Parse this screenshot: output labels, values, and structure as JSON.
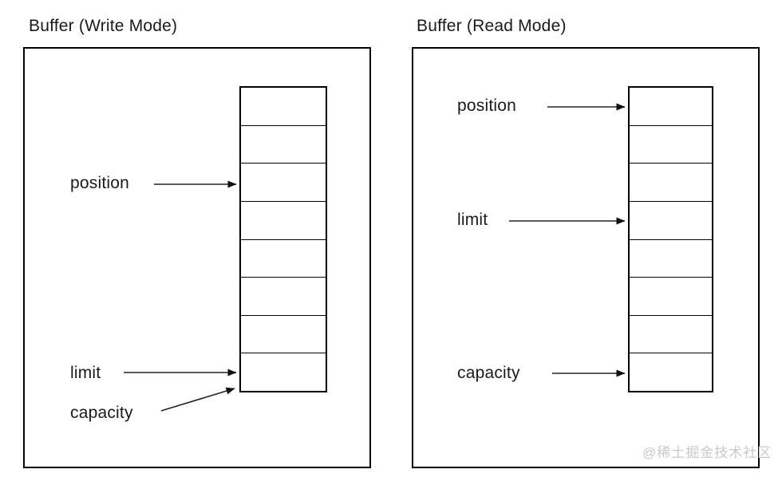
{
  "diagram": {
    "title_write": "Buffer (Write Mode)",
    "title_read": "Buffer (Read Mode)",
    "cell_count": 8,
    "colors": {
      "stroke": "#000000",
      "arrow": "#5a5a5a",
      "text": "#1a1a1a",
      "background": "#ffffff",
      "watermark": "#c9c9c9"
    }
  },
  "panels": [
    {
      "id": "write-mode",
      "title": "Buffer (Write Mode)",
      "cells": 8,
      "labels": [
        {
          "key": "position",
          "text": "position",
          "points_to_cell": 3
        },
        {
          "key": "limit",
          "text": "limit",
          "points_to_cell": 8
        },
        {
          "key": "capacity",
          "text": "capacity",
          "points_to_cell": 8
        }
      ]
    },
    {
      "id": "read-mode",
      "title": "Buffer (Read Mode)",
      "cells": 8,
      "labels": [
        {
          "key": "position",
          "text": "position",
          "points_to_cell": 1
        },
        {
          "key": "limit",
          "text": "limit",
          "points_to_cell": 4
        },
        {
          "key": "capacity",
          "text": "capacity",
          "points_to_cell": 8
        }
      ]
    }
  ],
  "watermark": {
    "text": "@稀土掘金技术社区"
  }
}
